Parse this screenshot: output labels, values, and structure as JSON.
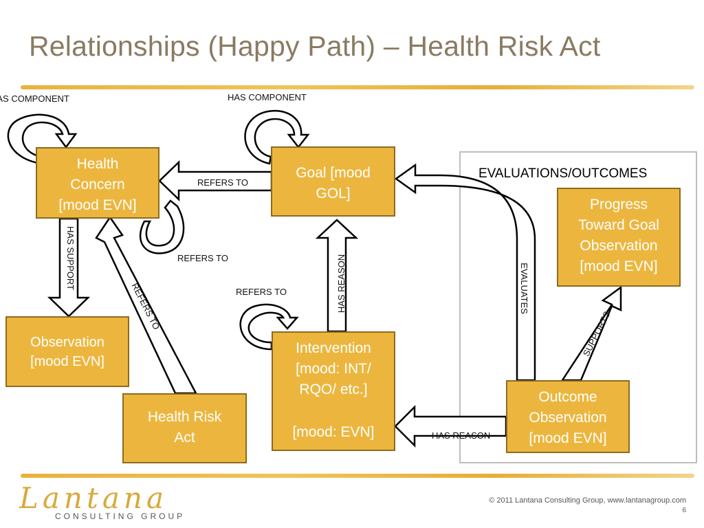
{
  "title": "Relationships (Happy Path) – Health Risk Act",
  "boxes": {
    "health_concern": "Health\nConcern\n[mood EVN]",
    "goal": "Goal [mood\nGOL]",
    "observation": "Observation\n[mood EVN]",
    "health_risk_act": "Health Risk\nAct",
    "intervention": "Intervention\n[mood: INT/\nRQO/ etc.]",
    "intervention_evn": "[mood: EVN]",
    "progress": "Progress\nToward Goal\nObservation\n[mood EVN]",
    "outcome": "Outcome\nObservation\n[mood EVN]"
  },
  "labels": {
    "has_component_left": "HAS COMPONENT",
    "has_component_goal": "HAS COMPONENT",
    "refers_to_goal_hc": "REFERS TO",
    "refers_to_hc_self": "REFERS TO",
    "has_support": "HAS SUPPORT",
    "refers_to_hra": "REFERS TO",
    "refers_to_intervention": "REFERS TO",
    "has_reason_int_goal": "HAS REASON",
    "evaluates": "EVALUATES",
    "supports": "SUPPORTS",
    "has_reason_outcome": "HAS REASON"
  },
  "evaluations_title": "EVALUATIONS/OUTCOMES",
  "footer": {
    "logo": "Lantana",
    "logo_sub": "CONSULTING GROUP",
    "copyright": "© 2011 Lantana Consulting Group, www.lantanagroup.com",
    "page": "6"
  },
  "colors": {
    "box_fill": "#ecb63e",
    "box_border": "#8c6a1e",
    "title": "#8a7a62"
  }
}
